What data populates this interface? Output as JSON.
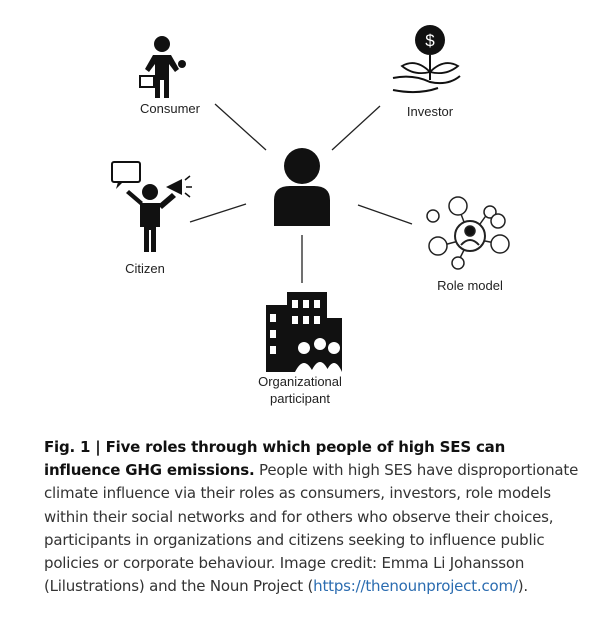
{
  "figure": {
    "roles": {
      "consumer": "Consumer",
      "investor": "Investor",
      "citizen": "Citizen",
      "role_model": "Role model",
      "org_line1": "Organizational",
      "org_line2": "participant"
    },
    "icons": [
      "person-icon",
      "consumer-icon",
      "investor-icon",
      "citizen-icon",
      "role-model-network-icon",
      "buildings-icon"
    ]
  },
  "caption": {
    "title": "Fig. 1 | Five roles through which people of high SES can influence GHG emissions.",
    "body": " People with high SES have disproportionate climate influence via their roles as consumers, investors, role models within their social networks and for others who observe their choices, participants in organizations and citizens seeking to influence public policies or corporate behaviour. Image credit: Emma Li Johansson (Lilustrations) and the Noun Project (",
    "link": "https://thenounproject.com/",
    "end": ")."
  },
  "colors": {
    "link": "#2b6cb0",
    "icon": "#111111"
  }
}
